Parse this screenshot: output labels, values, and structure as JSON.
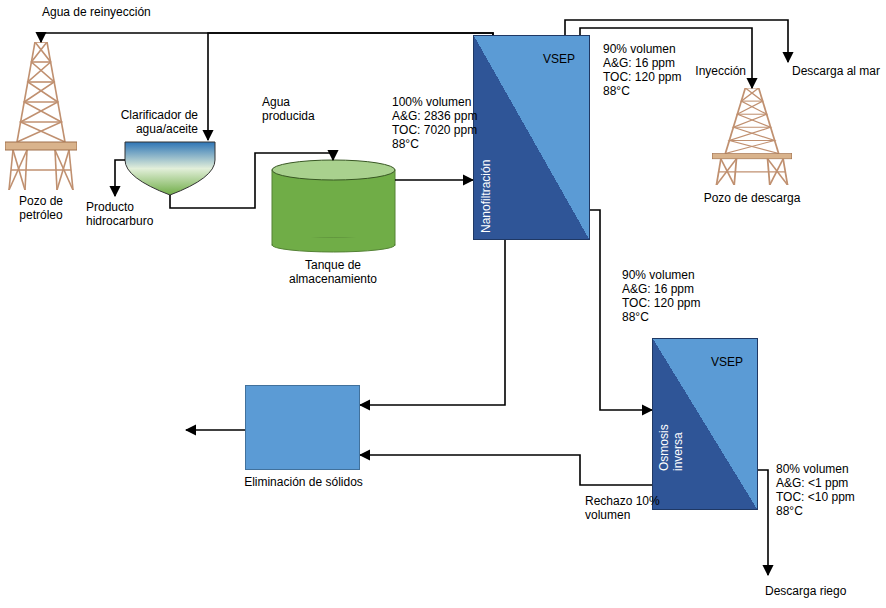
{
  "diagram": {
    "nodes": [
      {
        "text": [
          "Pozo de petróleo"
        ]
      },
      {
        "text": [
          "Clarificador de agua/aceite"
        ]
      },
      {
        "text": [
          "Tanque de almacenamiento"
        ]
      },
      {
        "text": [
          "VSEP",
          "Nanofiltración"
        ]
      },
      {
        "text": [
          "Pozo de descarga"
        ]
      },
      {
        "text": [
          "VSEP",
          "Osmosis inversa"
        ]
      },
      {
        "text": [
          "Eliminación de sólidos"
        ]
      }
    ],
    "edges": [
      {
        "from": 3,
        "to": 0,
        "arrow": "to"
      },
      {
        "from": 3,
        "to": 1,
        "arrow": "to"
      },
      {
        "from": 1,
        "to": 2,
        "label": "Agua producida",
        "arrow": "to"
      },
      {
        "from": 2,
        "to": 3,
        "arrow": "to"
      },
      {
        "from": 3,
        "to": 4,
        "label": "Inyección",
        "arrow": "to"
      },
      {
        "from": 3,
        "to": 5,
        "arrow": "to"
      },
      {
        "from": 3,
        "to": 6,
        "arrow": "to"
      },
      {
        "from": 5,
        "to": 6,
        "label": "Rechazo 10% volumen",
        "arrow": "to"
      }
    ],
    "labels": [
      "Agua de reinyección",
      "Producto hidrocarburo",
      "100% volumen",
      "A&G: 2836 ppm",
      "TOC: 7020 ppm",
      "88°C",
      "Descarga al mar",
      "90% volumen",
      "A&G: 16 ppm",
      "TOC: 120 ppm",
      "88°C",
      "90% volumen",
      "A&G: 16 ppm",
      "TOC: 120 ppm",
      "88°C",
      "80% volumen",
      "A&G: <1 ppm",
      "TOC: <10 ppm",
      "88°C",
      "Descarga riego"
    ]
  }
}
